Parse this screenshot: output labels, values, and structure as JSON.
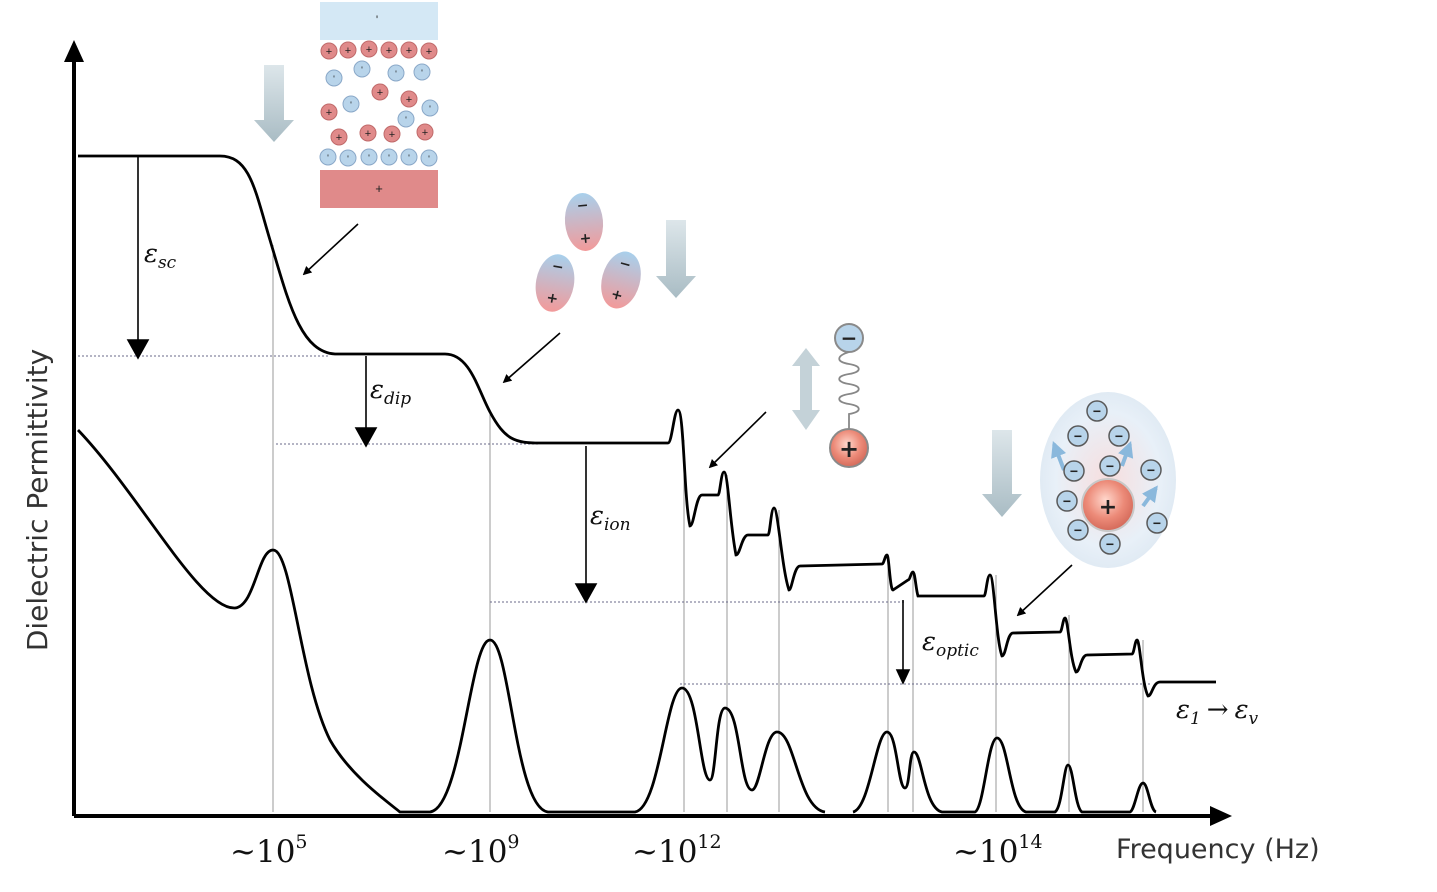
{
  "axes": {
    "y_label": "Dielectric Permittivity",
    "x_label": "Frequency (Hz)",
    "ticks": [
      {
        "base": "~10",
        "exp": "5"
      },
      {
        "base": "~10",
        "exp": "9"
      },
      {
        "base": "~10",
        "exp": "12"
      },
      {
        "base": "~10",
        "exp": "14"
      }
    ]
  },
  "contributions": {
    "sc": {
      "symbol": "ε",
      "sub": "sc"
    },
    "dip": {
      "symbol": "ε",
      "sub": "dip"
    },
    "ion": {
      "symbol": "ε",
      "sub": "ion"
    },
    "optic": {
      "symbol": "ε",
      "sub": "optic"
    },
    "limit": {
      "symbol": "ε",
      "sub": "1",
      "arrow": "→",
      "symbol2": "ε",
      "sub2": "v"
    }
  },
  "signs": {
    "plus": "+",
    "minus": "−",
    "electrode_top": "'",
    "electrode_bottom": "+"
  },
  "colors": {
    "curve": "#000000",
    "guide": "#999999",
    "dotted": "#6a6a8a",
    "positive": "#e08a8a",
    "negative": "#b8d4ea",
    "down_arrow": "#aabcc4"
  }
}
